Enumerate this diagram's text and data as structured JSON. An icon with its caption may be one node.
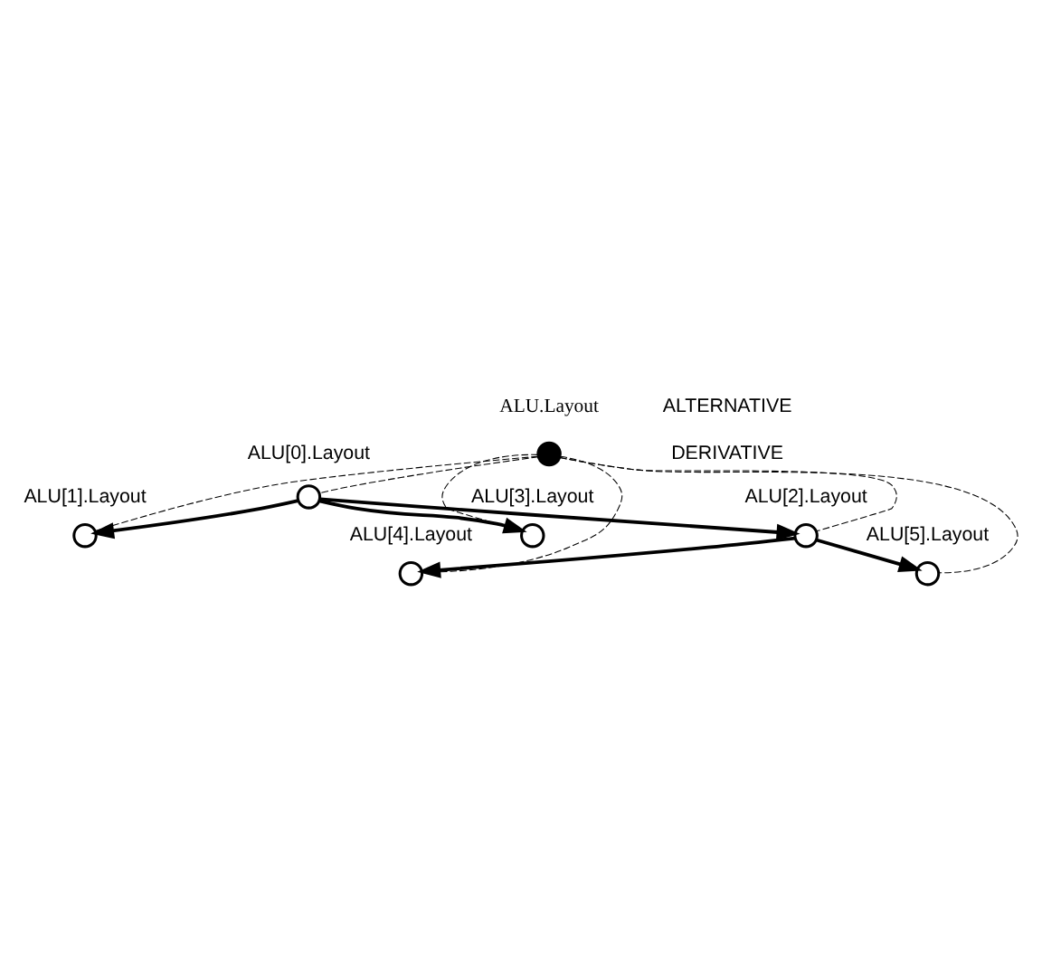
{
  "diagram": {
    "nodes": [
      {
        "text": [],
        "shape": "circle",
        "beside": [
          "ALU.Layout"
        ]
      },
      {
        "text": [],
        "shape": "circle",
        "beside": [
          "ALU[0].Layout"
        ]
      },
      {
        "text": [],
        "shape": "circle",
        "beside": [
          "ALU[1].Layout"
        ]
      },
      {
        "text": [],
        "shape": "circle",
        "beside": [
          "ALU[2].Layout"
        ]
      },
      {
        "text": [],
        "shape": "circle",
        "beside": [
          "ALU[3].Layout"
        ]
      },
      {
        "text": [],
        "shape": "circle",
        "beside": [
          "ALU[4].Layout"
        ]
      },
      {
        "text": [],
        "shape": "circle",
        "beside": [
          "ALU[5].Layout"
        ]
      }
    ],
    "edges": [
      {
        "from": 0,
        "to": 1,
        "arrow": "none",
        "style": "dashed"
      },
      {
        "from": 0,
        "to": 2,
        "arrow": "none",
        "style": "dashed"
      },
      {
        "from": 0,
        "to": 3,
        "arrow": "none",
        "style": "dashed"
      },
      {
        "from": 0,
        "to": 4,
        "arrow": "none",
        "style": "dashed"
      },
      {
        "from": 0,
        "to": 5,
        "arrow": "none",
        "style": "dashed"
      },
      {
        "from": 0,
        "to": 6,
        "arrow": "none",
        "style": "dashed"
      },
      {
        "from": 1,
        "to": 2,
        "arrow": "to"
      },
      {
        "from": 1,
        "to": 3,
        "arrow": "to"
      },
      {
        "from": 1,
        "to": 4,
        "arrow": "to"
      },
      {
        "from": 3,
        "to": 5,
        "arrow": "to"
      },
      {
        "from": 3,
        "to": 6,
        "arrow": "to"
      }
    ],
    "labels": [
      "ALTERNATIVE",
      "DERIVATIVE"
    ]
  }
}
